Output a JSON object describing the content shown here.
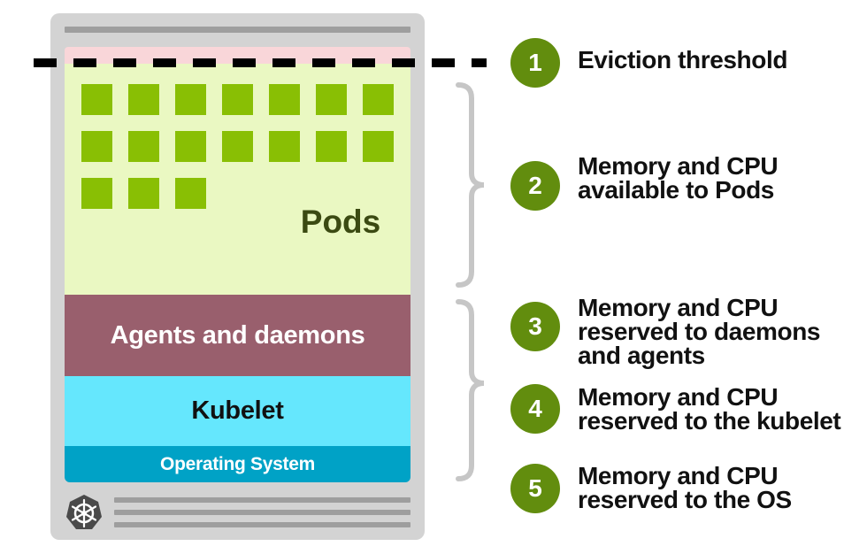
{
  "node": {
    "layers": {
      "pods": "Pods",
      "agents": "Agents and daemons",
      "kubelet": "Kubelet",
      "os": "Operating System"
    },
    "pod_count": 17,
    "logo_icon": "kubernetes-helm-icon"
  },
  "legend": [
    {
      "number": "1",
      "text": "Eviction threshold"
    },
    {
      "number": "2",
      "text": "Memory and CPU\navailable to Pods"
    },
    {
      "number": "3",
      "text": "Memory and CPU\nreserved to daemons\nand agents"
    },
    {
      "number": "4",
      "text": "Memory and CPU\nreserved to the kubelet"
    },
    {
      "number": "5",
      "text": "Memory and CPU\nreserved to the OS"
    }
  ],
  "colors": {
    "badge": "#628d0e",
    "pod": "#89bf04",
    "pods_area": "#eaf8c2",
    "threshold_band": "#f9d6d9",
    "agents": "#995f6d",
    "kubelet": "#65e7fd",
    "os": "#00a2c6"
  }
}
